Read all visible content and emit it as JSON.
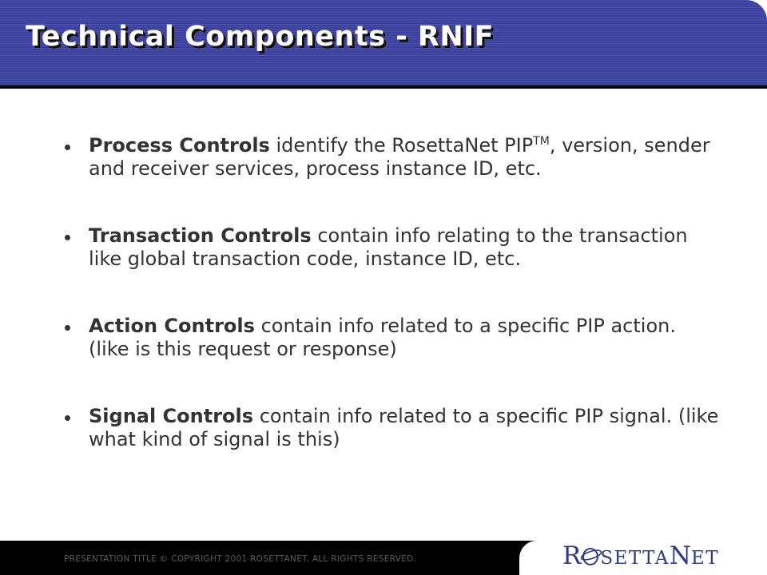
{
  "slide": {
    "title": "Technical Components - RNIF",
    "bullets": [
      {
        "term": "Process Controls",
        "text_before_tm": " identify the RosettaNet PIP",
        "tm": "TM",
        "text_after_tm": ", version, sender and receiver services, process instance ID, etc."
      },
      {
        "term": "Transaction Controls",
        "text": " contain info relating to the transaction like global transaction code, instance ID, etc."
      },
      {
        "term": "Action Controls",
        "text": " contain info related to a specific PIP action.  (like is this request or response)"
      },
      {
        "term": "Signal Controls",
        "text": " contain info related to a specific PIP signal.  (like what kind of signal is this)"
      }
    ]
  },
  "footer": {
    "text": "PRESENTATION TITLE  © COPYRIGHT 2001 ROSETTANET.  ALL RIGHTS RESERVED.",
    "logo": {
      "r": "R",
      "osetta": "SETTA",
      "n": "N",
      "et": "ET"
    }
  },
  "colors": {
    "title_bar": "#3a3f9e",
    "logo": "#2c3a8c",
    "body_text": "#333333",
    "footer_bg": "#000000"
  }
}
